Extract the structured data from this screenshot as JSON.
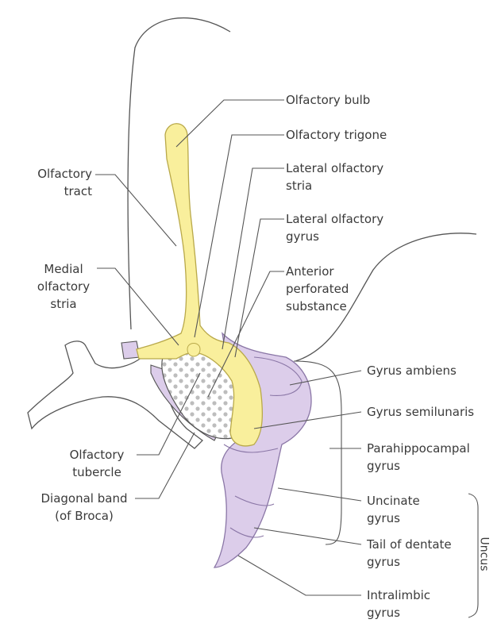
{
  "colors": {
    "olfactory_yellow": "#f9ef9c",
    "yellow_stroke": "#c8b84a",
    "lilac": "#dccdea",
    "lilac_dark": "#a58bc4",
    "line": "#555555"
  },
  "labels": {
    "olfactory_bulb": "Olfactory bulb",
    "olfactory_trigone": "Olfactory trigone",
    "lateral_olfactory_stria": [
      "Lateral olfactory",
      "stria"
    ],
    "lateral_olfactory_gyrus": [
      "Lateral olfactory",
      "gyrus"
    ],
    "anterior_perforated_substance": [
      "Anterior",
      "perforated",
      "substance"
    ],
    "olfactory_tract": [
      "Olfactory",
      "tract"
    ],
    "medial_olfactory_stria": [
      "Medial",
      "olfactory",
      "stria"
    ],
    "gyrus_ambiens": "Gyrus ambiens",
    "gyrus_semilunaris": "Gyrus semilunaris",
    "parahippocampal_gyrus": [
      "Parahippocampal",
      "gyrus"
    ],
    "uncinate_gyrus": [
      "Uncinate",
      "gyrus"
    ],
    "tail_of_dentate_gyrus": [
      "Tail of dentate",
      "gyrus"
    ],
    "intralimbic_gyrus": [
      "Intralimbic",
      "gyrus"
    ],
    "olfactory_tubercle": [
      "Olfactory",
      "tubercle"
    ],
    "diagonal_band": [
      "Diagonal band",
      "(of Broca)"
    ],
    "uncus": "Uncus"
  }
}
